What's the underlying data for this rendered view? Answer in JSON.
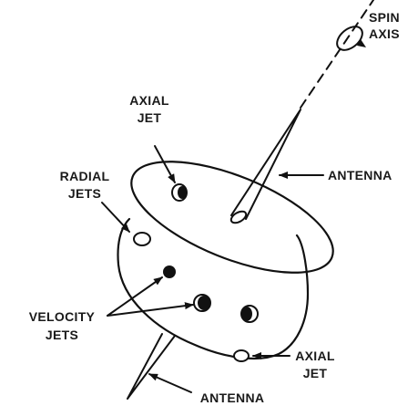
{
  "labels": {
    "spin_axis": [
      "SPIN",
      "AXIS"
    ],
    "axial_jet_top": [
      "AXIAL",
      "JET"
    ],
    "radial_jets": [
      "RADIAL",
      "JETS"
    ],
    "antenna_top": "ANTENNA",
    "velocity_jets": [
      "VELOCITY",
      "JETS"
    ],
    "axial_jet_bottom": [
      "AXIAL",
      "JET"
    ],
    "antenna_bottom": "ANTENNA"
  }
}
